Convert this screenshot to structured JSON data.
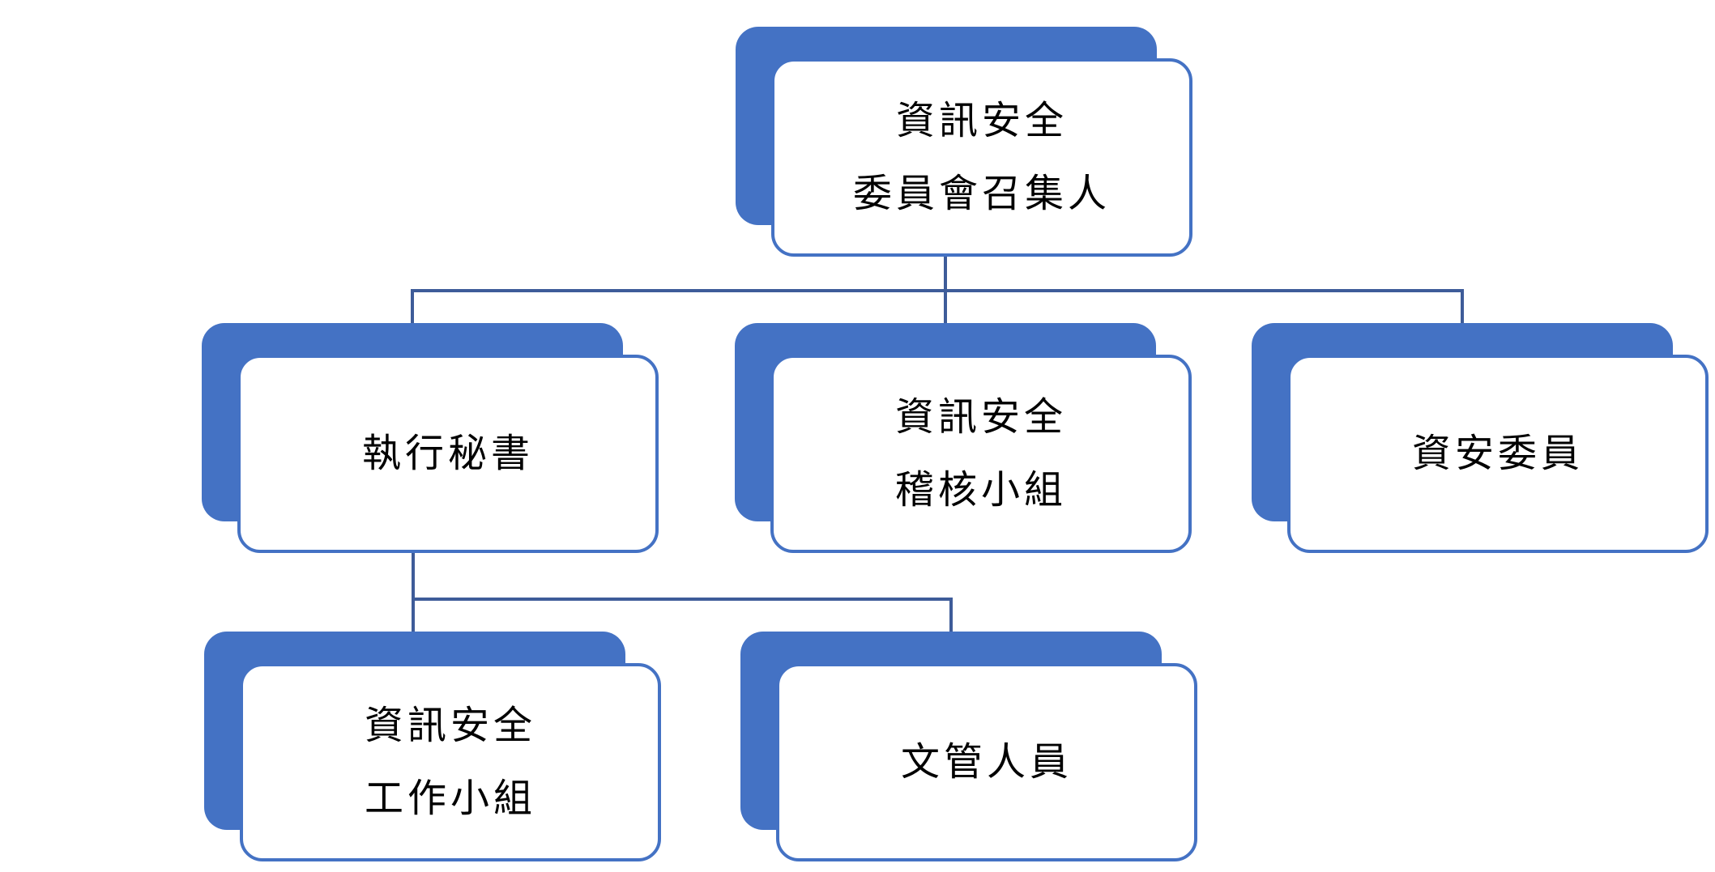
{
  "diagram": {
    "type": "org-chart",
    "hierarchy": {
      "資訊安全委員會召集人": [
        "執行秘書",
        "資訊安全稽核小組",
        "資安委員"
      ],
      "執行秘書": [
        "資訊安全工作小組",
        "文管人員"
      ]
    }
  },
  "colors": {
    "accent": "#4472C4",
    "connector": "#3E5C99",
    "card_border": "#4472C4",
    "card_bg": "#FFFFFF",
    "text": "#000000",
    "background": "#FFFFFF"
  },
  "nodes": {
    "convener": {
      "lines": [
        "資訊安全",
        "委員會召集人"
      ]
    },
    "executive_secretary": {
      "lines": [
        "執行秘書"
      ]
    },
    "audit_team": {
      "lines": [
        "資訊安全",
        "稽核小組"
      ]
    },
    "security_committee_members": {
      "lines": [
        "資安委員"
      ]
    },
    "working_group": {
      "lines": [
        "資訊安全",
        "工作小組"
      ]
    },
    "document_control_staff": {
      "lines": [
        "文管人員"
      ]
    }
  }
}
